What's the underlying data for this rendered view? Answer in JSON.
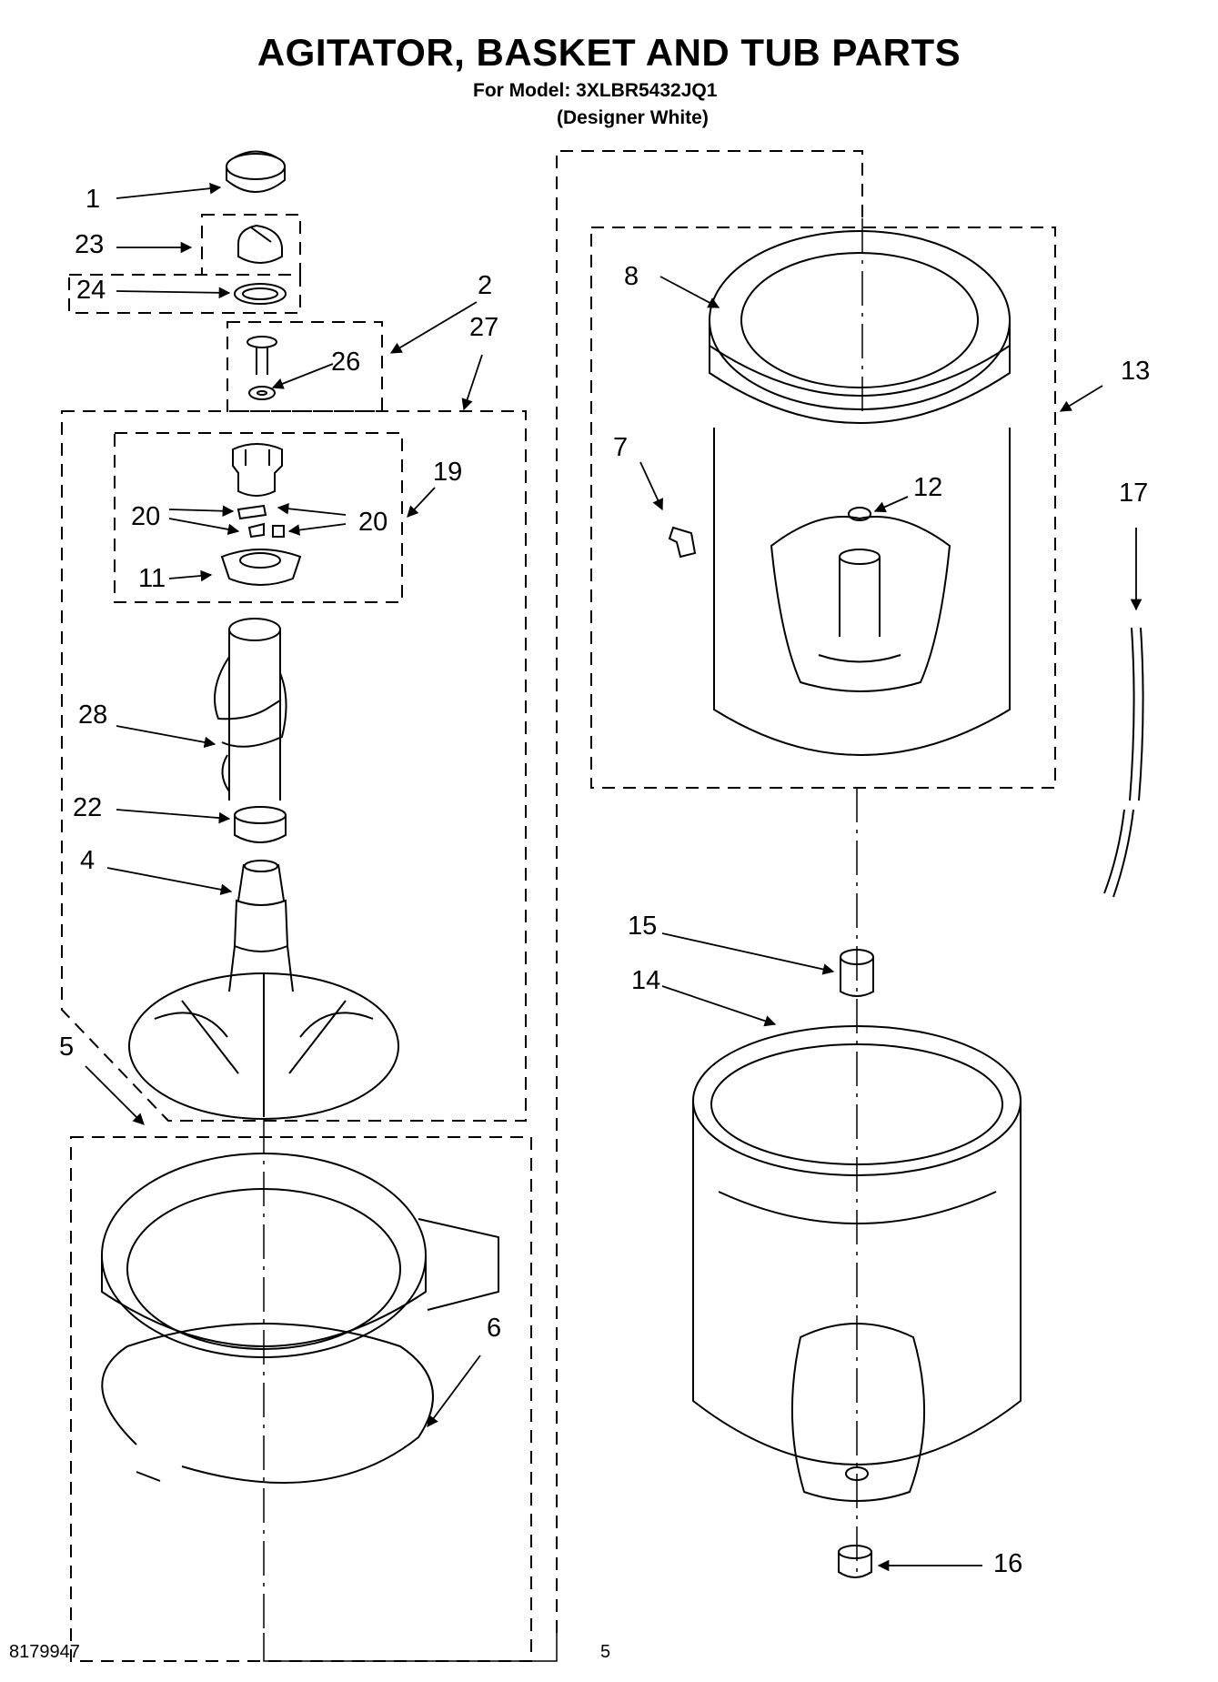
{
  "header": {
    "title": "AGITATOR, BASKET AND TUB PARTS",
    "model_line": "For Model: 3XLBR5432JQ1",
    "variant_line": "(Designer White)"
  },
  "callouts": {
    "c1": "1",
    "c23": "23",
    "c24": "24",
    "c2": "2",
    "c27": "27",
    "c26": "26",
    "c19": "19",
    "c20a": "20",
    "c20b": "20",
    "c11": "11",
    "c28": "28",
    "c22": "22",
    "c4": "4",
    "c5": "5",
    "c6": "6",
    "c8": "8",
    "c13": "13",
    "c7": "7",
    "c12": "12",
    "c17": "17",
    "c15": "15",
    "c14": "14",
    "c16": "16"
  },
  "footer": {
    "doc_number": "8179947",
    "page_number": "5"
  }
}
